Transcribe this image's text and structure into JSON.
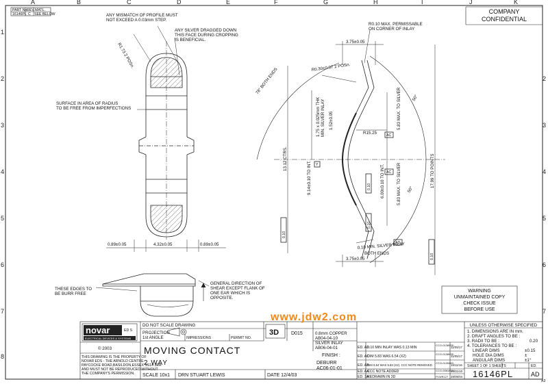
{
  "part_header": {
    "col_labels": [
      "PART No.",
      "REV.",
      "MATL."
    ],
    "values": [
      "16146PL",
      "C",
      "SEE BELOW"
    ]
  },
  "grid": {
    "columns": [
      "A",
      "B",
      "C",
      "D",
      "E",
      "F",
      "G",
      "H",
      "I",
      "J",
      "K"
    ],
    "rows": [
      "1",
      "2",
      "3",
      "4",
      "5",
      "6",
      "7",
      "8"
    ]
  },
  "confidential": [
    "COMPANY",
    "CONFIDENTIAL"
  ],
  "left_view_notes": {
    "mismatch": [
      "ANY MISMATCH OF PROFILE MUST",
      "NOT EXCEED A 0.03mm STEP."
    ],
    "silver": [
      "ANY SILVER DRAGGED DOWN",
      "THIS FACE DURING CROPPING",
      "IS BENEFICIAL."
    ],
    "radius": "R1.73 2 POSn.",
    "surface": [
      "SURFACE IN AREA OF RADIUS",
      "TO BE FREE FROM IMPERFECTIONS"
    ],
    "dims": [
      "0.89±0.05",
      "4.32±0.05",
      "0.89±0.05"
    ],
    "edges": [
      "THESE EDGES TO",
      "BE BURR FREE"
    ],
    "shear": [
      "GENERAL DIRECTION OF",
      "SHEAR EXCEPT FLANK OF",
      "ONE EAR WHICH IS",
      "OPPOSITE."
    ]
  },
  "right_view_notes": {
    "r010": [
      "R0.10 MAX. PERMISSABLE",
      "ON CORNER OF INLAY"
    ],
    "dim_375_top": "3.75±0.05",
    "angle_78": "78° BOTH ENDS",
    "r030": "R0.30±0.07 2 POSn.",
    "inlay_thk": [
      "1.75 x 0.025mm THK",
      "MIN. SILVER INLAY"
    ],
    "dim_152": "1.52±0.05",
    "ctrs": "13.12 CTRS.",
    "int1": "9.14±0.10 TO INT.",
    "r1525": "R15.25",
    "max583_1": "5.83 MAX. TO SILVER",
    "max583_2": "5.83 MAX. TO SILVER",
    "int6": "6.00±0.10 TO INT.",
    "points": "17.99 TO POINTS",
    "angle_50a": "50°",
    "angle_50b": "50°",
    "ac1": "AC",
    "ac2": "AC",
    "ad": "AD",
    "y": "Y",
    "tol": "0.10",
    "min010": "0.10 MIN. SILVER INLAY",
    "both_ends": "BOTH ENDS",
    "dim_375_bot": "3.75±0.05"
  },
  "warning": [
    "WARNING",
    "UNMAINTAINED COPY",
    "CHECK ISSUE",
    "BEFORE USE"
  ],
  "watermark": "www.jdw2.com",
  "title_block": {
    "logo": "novar",
    "logo_sub": "ED S",
    "logo_tag": "ELECTRICAL DEVICES & SYSTEMS",
    "copyright": "© 2003",
    "ownership": [
      "THIS DRAWING IS THE PROPERTY OF",
      "NOVAR EDS - THE ARNOLD CENTRE",
      "PAYCOCKE ROAD,BASILDON,ESSEX SS14 3EA",
      "AND MUST NOT BE REPRODUCED WITHOUT",
      "THE COMPANY'S PERMISSION."
    ],
    "do_not_scale": "DO NOT SCALE DRAWING",
    "projection": [
      "PROJECTION",
      "1st ANGLE"
    ],
    "impressions": "IMPRESSIONS",
    "permit": "PERMIT NO.",
    "badge_3d": "3D",
    "d015": "D015",
    "material": [
      "0.8mm COPPER",
      "AB04-04-10",
      "SILVER INLAY",
      "AB06-04-01"
    ],
    "finish": "FINISH :",
    "finish_value": [
      "DEBURR",
      "AC06-01-01"
    ],
    "title": "MOVING CONTACT",
    "subtitle": "2 WAY",
    "scale": "SCALE 10x1",
    "drn": "DRN STUART LEWIS",
    "date": "DATE 12/4/03",
    "revisions": [
      {
        "rev": "ED. AD",
        "desc": "0.10 MIN INLAY WAS 0.13 MIN",
        "ref": "CCO-0138935",
        "date": "11/05/17"
      },
      {
        "rev": "ED. AC",
        "desc": "DIM 5.83 WAS 6.54 (X2)",
        "ref": "CCO-0138935",
        "date": "11/05/17"
      },
      {
        "rev": "ED. AB",
        "desc": "DIM 6.54 WAS 5.83 (X2). CCC NOTE REMOVED",
        "ref": "CCO-0130683",
        "date": "15/11/16"
      },
      {
        "rev": "ED. AA",
        "desc": "CCC NOTE ADDED",
        "ref": "CCO-0081658",
        "date": "14/01/10"
      },
      {
        "rev": "ED. 3A",
        "desc": "REDRAWN IN 3D",
        "ref": "P1WR127",
        "date": "28/05/04"
      }
    ],
    "tolerances": {
      "header": "UNLESS OTHERWISE SPECIFIED",
      "lines": [
        "1. DIMENSIONS ARE IN mm.",
        "2. DRAFT ANGLES TO BE :",
        "3. RADII TO BE :",
        "4. TOLERANCES TO BE :",
        "LINEAR DIMS",
        "HOLE DIA DIMS",
        "ANGULAR DIMS"
      ],
      "values": [
        "0.20",
        "±0.15",
        "±",
        "±1°"
      ]
    },
    "sheet": "SHEET 1 OF 1 SHEETS",
    "ed_label": "ED.",
    "number": "16146PL",
    "edition": "AD"
  },
  "sheet_size": "A3"
}
